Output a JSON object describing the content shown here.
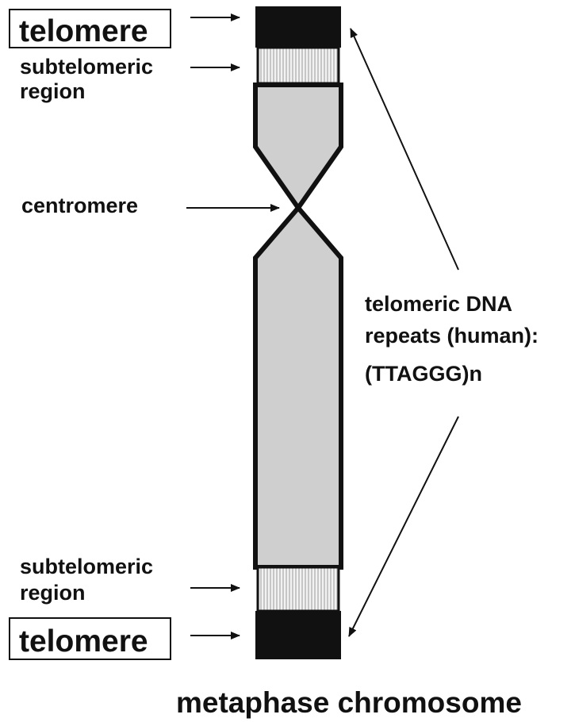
{
  "labels": {
    "telomere_top": "telomere",
    "subtelomeric_top_line1": "subtelomeric",
    "subtelomeric_top_line2": "region",
    "centromere": "centromere",
    "repeats_line1": "telomeric DNA",
    "repeats_line2": "repeats (human):",
    "repeats_line3": "(TTAGGG)n",
    "subtelomeric_bottom_line1": "subtelomeric",
    "subtelomeric_bottom_line2": "region",
    "telomere_bottom": "telomere",
    "caption": "metaphase chromosome"
  },
  "colors": {
    "ink": "#111111",
    "chromatid_fill": "#cfcfcf",
    "telomere_fill": "#111111",
    "subtelomeric_fill": "#f2f2f2",
    "background": "#ffffff"
  }
}
